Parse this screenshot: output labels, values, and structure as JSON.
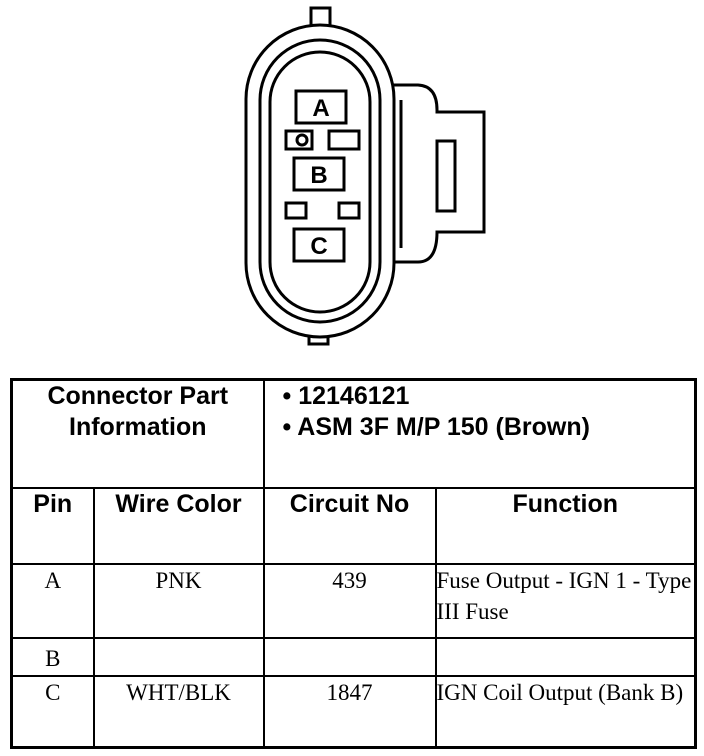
{
  "connector": {
    "pins": [
      "A",
      "B",
      "C"
    ]
  },
  "part_info": {
    "label": "Connector Part Information",
    "items": [
      "12146121",
      "ASM 3F M/P 150 (Brown)"
    ]
  },
  "table": {
    "headers": {
      "pin": "Pin",
      "wire_color": "Wire Color",
      "circuit_no": "Circuit No",
      "function": "Function"
    },
    "rows": [
      {
        "pin": "A",
        "wire_color": "PNK",
        "circuit_no": "439",
        "function": "Fuse Output - IGN 1 - Type III Fuse"
      },
      {
        "pin": "B",
        "wire_color": "",
        "circuit_no": "",
        "function": ""
      },
      {
        "pin": "C",
        "wire_color": "WHT/BLK",
        "circuit_no": "1847",
        "function": "IGN Coil Output (Bank B)"
      }
    ]
  }
}
